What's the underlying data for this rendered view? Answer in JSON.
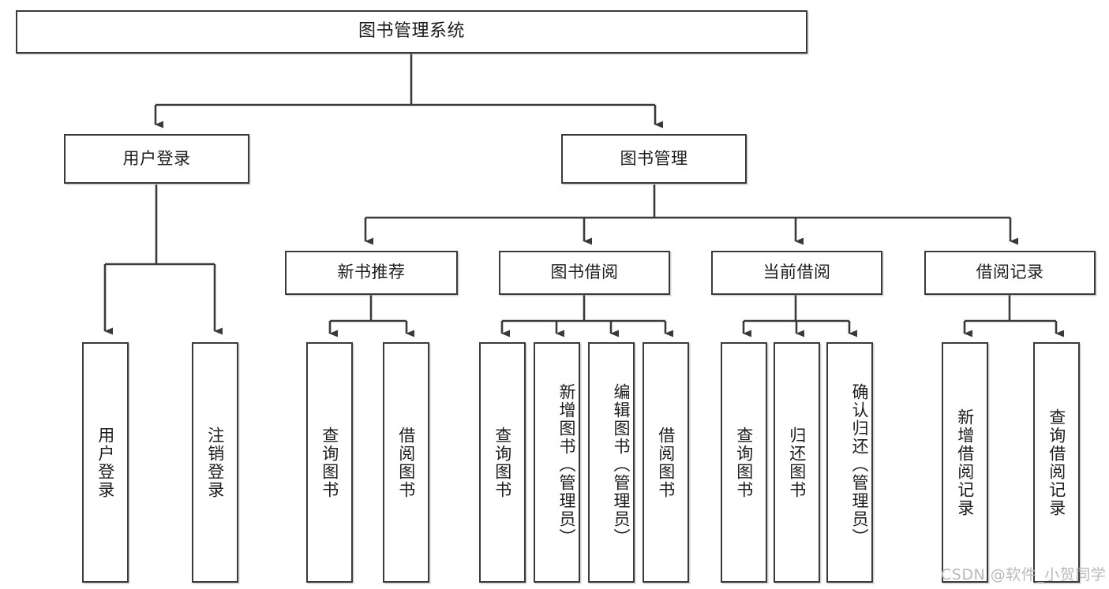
{
  "diagram": {
    "title": "图书管理系统",
    "type": "tree-hierarchy-diagram",
    "colors": {
      "stroke": "#3a3a3a",
      "fill": "#ffffff",
      "text": "#1c1c1c",
      "watermark": "#b9b9b9"
    }
  },
  "root": {
    "label": "图书管理系统"
  },
  "level2": [
    {
      "label": "用户登录"
    },
    {
      "label": "图书管理"
    }
  ],
  "level3": [
    {
      "label": "新书推荐"
    },
    {
      "label": "图书借阅"
    },
    {
      "label": "当前借阅"
    },
    {
      "label": "借阅记录"
    }
  ],
  "leaves": {
    "user_login": [
      {
        "label": "用户登录"
      },
      {
        "label": "注销登录"
      }
    ],
    "new_book_recommend": [
      {
        "label": "查询图书"
      },
      {
        "label": "借阅图书"
      }
    ],
    "book_borrow": [
      {
        "label": "查询图书"
      },
      {
        "label": "新增图书（管理员）"
      },
      {
        "label": "编辑图书（管理员）"
      },
      {
        "label": "借阅图书"
      }
    ],
    "current_borrow": [
      {
        "label": "查询图书"
      },
      {
        "label": "归还图书"
      },
      {
        "label": "确认归还（管理员）"
      }
    ],
    "borrow_record": [
      {
        "label": "新增借阅记录"
      },
      {
        "label": "查询借阅记录"
      }
    ]
  },
  "watermark": {
    "text": "CSDN @软件_小贺同学"
  }
}
